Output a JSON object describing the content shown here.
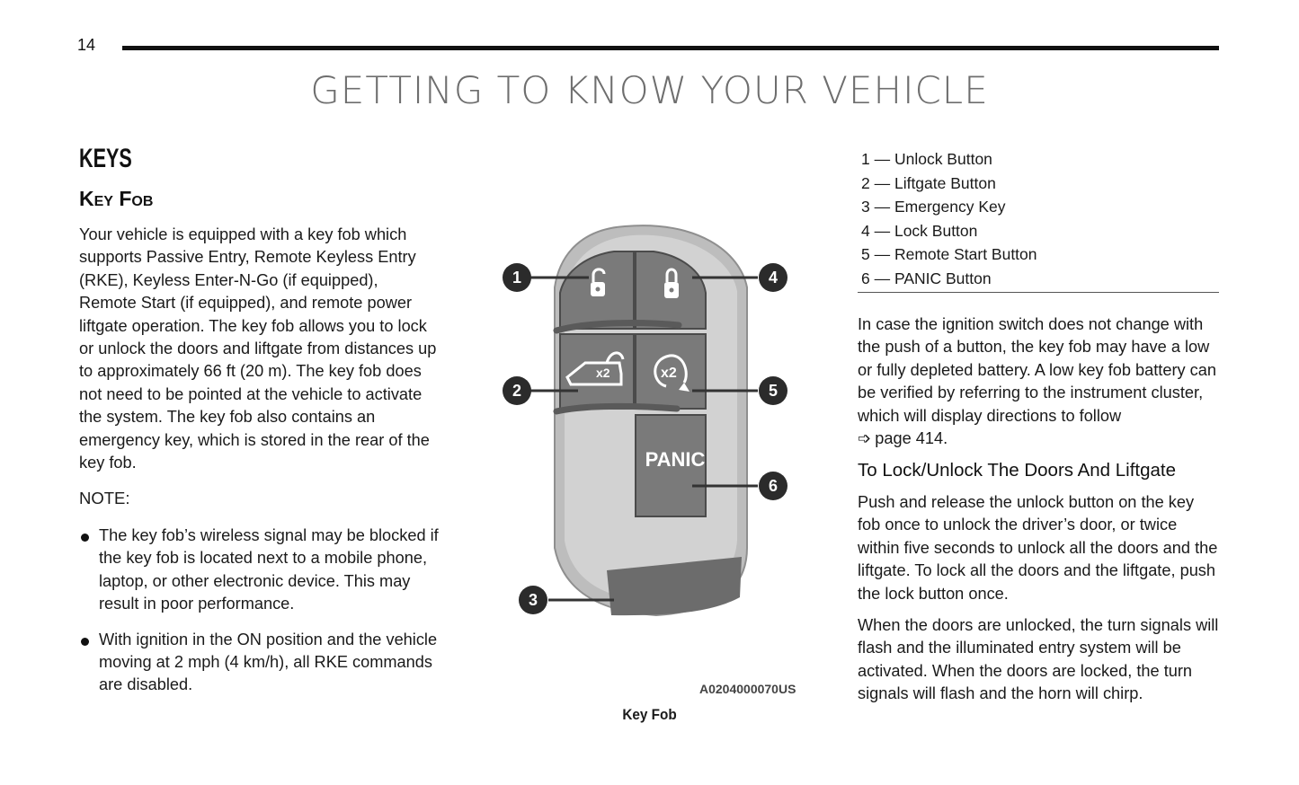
{
  "page_number": "14",
  "chapter_title": "GETTING TO KNOW YOUR VEHICLE",
  "section_heading": "KEYS",
  "sub_heading": "Key Fob",
  "intro_paragraph": "Your vehicle is equipped with a key fob which supports Passive Entry, Remote Keyless Entry (RKE), Keyless Enter-N-Go (if equipped), Remote Start (if equipped), and remote power liftgate operation. The key fob allows you to lock or unlock the doors and liftgate from distances up to approximately 66 ft (20 m). The key fob does not need to be pointed at the vehicle to activate the system. The key fob also contains an emergency key, which is stored in the rear of the key fob.",
  "note_label": "NOTE:",
  "notes": [
    "The key fob’s wireless signal may be blocked if the key fob is located next to a mobile phone, laptop, or other electronic device. This may result in poor performance.",
    "With ignition in the ON position and the vehicle moving at 2 mph (4 km/h), all RKE commands are disabled."
  ],
  "figure": {
    "callouts": [
      "1",
      "2",
      "3",
      "4",
      "5",
      "6"
    ],
    "button_labels": {
      "liftgate": "x2",
      "remote_start": "x2",
      "panic": "PANIC"
    },
    "code": "A0204000070US",
    "caption": "Key Fob"
  },
  "legend": [
    "1 — Unlock Button",
    "2 — Liftgate Button",
    "3 — Emergency Key",
    "4 — Lock Button",
    "5 — Remote Start Button",
    "6 — PANIC Button"
  ],
  "battery_paragraph": "In case the ignition switch does not change with the push of a button, the key fob may have a low or fully depleted battery. A low key fob battery can be verified by referring to the instrument cluster, which will display directions to follow",
  "page_ref": "page 414.",
  "lock_heading": "To Lock/Unlock The Doors And Liftgate",
  "lock_paragraph": "Push and release the unlock button on the key fob once to unlock the driver’s door, or twice within five seconds to unlock all the doors and the liftgate. To lock all the doors and the liftgate, push the lock button once.",
  "signal_paragraph": "When the doors are unlocked, the turn signals will flash and the illuminated entry system will be activated. When the doors are locked, the turn signals will flash and the horn will chirp."
}
